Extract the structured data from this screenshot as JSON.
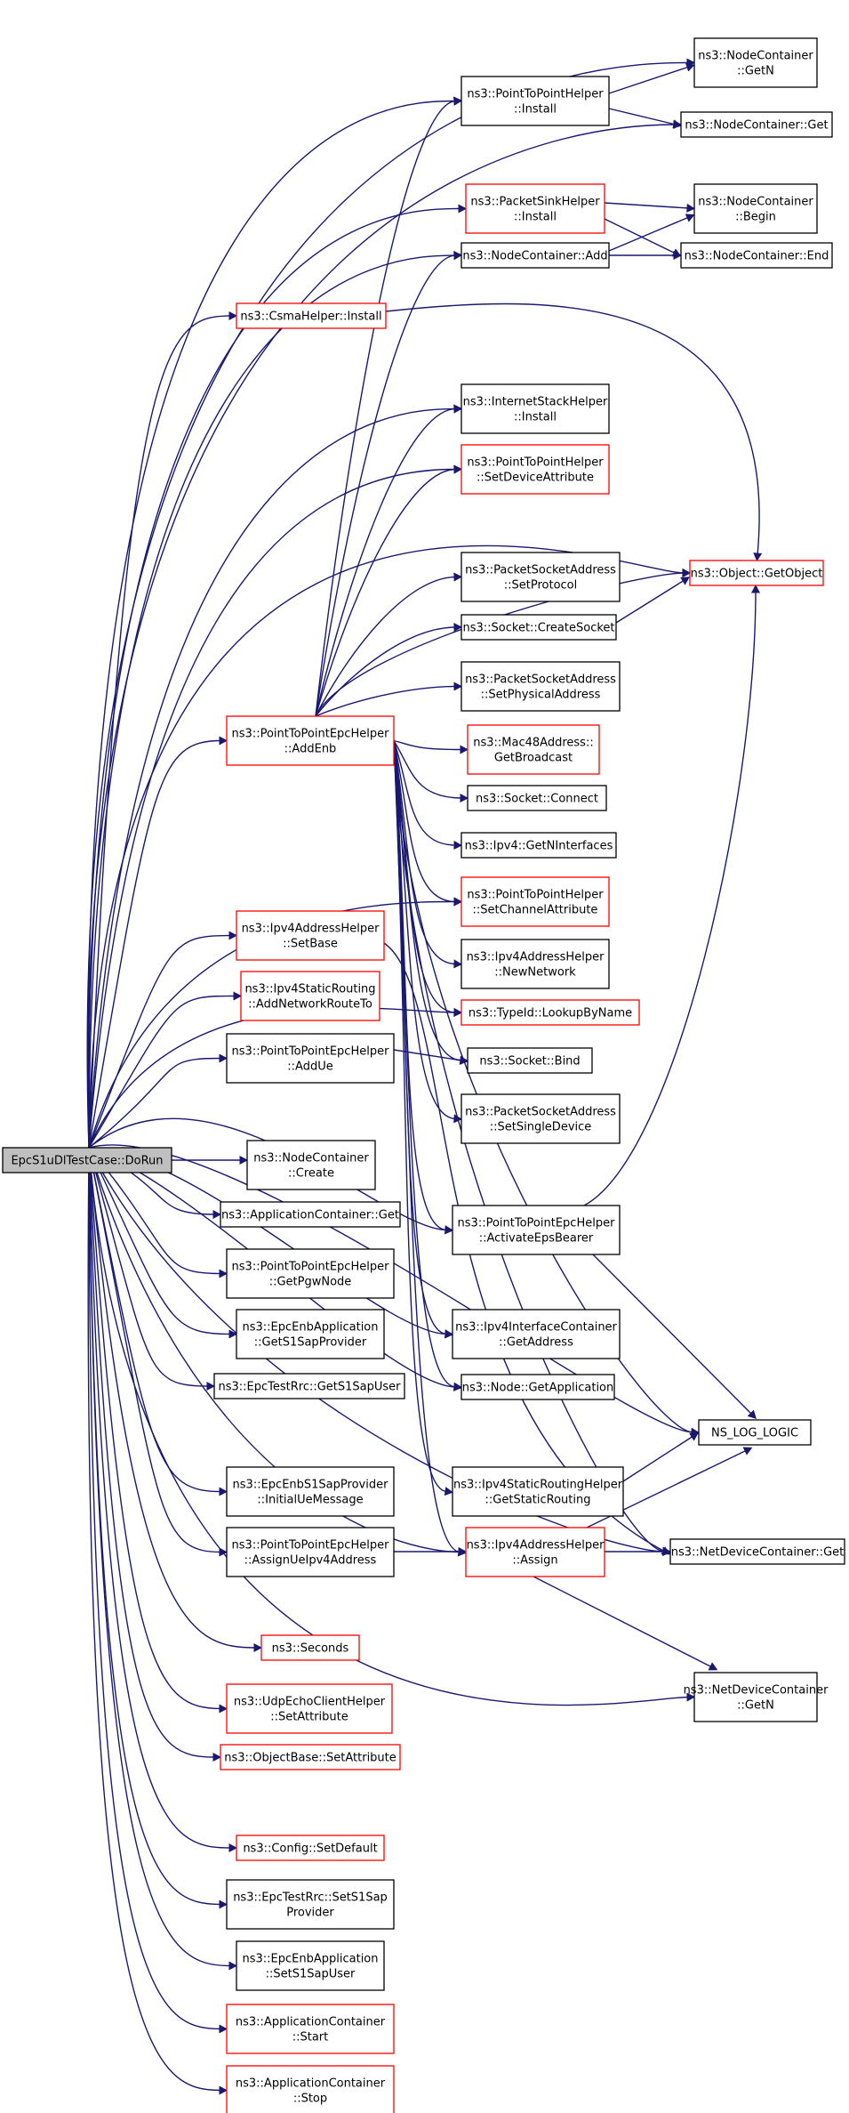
{
  "graph": {
    "colors": {
      "edge": "#191970",
      "border_normal": "#000000",
      "border_red": "#ff0000",
      "root_fill": "#bfbfbf",
      "node_fill": "#ffffff"
    },
    "nodes": [
      {
        "id": "root",
        "lines": [
          "EpcS1uDlTestCase::DoRun"
        ],
        "style": "root"
      },
      {
        "id": "p2p_install",
        "lines": [
          "ns3::PointToPointHelper",
          "::Install"
        ],
        "style": "normal"
      },
      {
        "id": "nc_getn",
        "lines": [
          "ns3::NodeContainer",
          "::GetN"
        ],
        "style": "normal"
      },
      {
        "id": "nc_get",
        "lines": [
          "ns3::NodeContainer::Get"
        ],
        "style": "normal"
      },
      {
        "id": "psh_install",
        "lines": [
          "ns3::PacketSinkHelper",
          "::Install"
        ],
        "style": "red"
      },
      {
        "id": "nc_begin",
        "lines": [
          "ns3::NodeContainer",
          "::Begin"
        ],
        "style": "normal"
      },
      {
        "id": "nc_add",
        "lines": [
          "ns3::NodeContainer::Add"
        ],
        "style": "normal"
      },
      {
        "id": "nc_end",
        "lines": [
          "ns3::NodeContainer::End"
        ],
        "style": "normal"
      },
      {
        "id": "csma_install",
        "lines": [
          "ns3::CsmaHelper::Install"
        ],
        "style": "red"
      },
      {
        "id": "ish_install",
        "lines": [
          "ns3::InternetStackHelper",
          "::Install"
        ],
        "style": "normal"
      },
      {
        "id": "p2p_setdev",
        "lines": [
          "ns3::PointToPointHelper",
          "::SetDeviceAttribute"
        ],
        "style": "red"
      },
      {
        "id": "obj_getobject",
        "lines": [
          "ns3::Object::GetObject"
        ],
        "style": "red"
      },
      {
        "id": "psa_setproto",
        "lines": [
          "ns3::PacketSocketAddress",
          "::SetProtocol"
        ],
        "style": "normal"
      },
      {
        "id": "sock_create",
        "lines": [
          "ns3::Socket::CreateSocket"
        ],
        "style": "normal"
      },
      {
        "id": "psa_setphys",
        "lines": [
          "ns3::PacketSocketAddress",
          "::SetPhysicalAddress"
        ],
        "style": "normal"
      },
      {
        "id": "p2pepc_addenb",
        "lines": [
          "ns3::PointToPointEpcHelper",
          "::AddEnb"
        ],
        "style": "red"
      },
      {
        "id": "mac48_bcast",
        "lines": [
          "ns3::Mac48Address::",
          "GetBroadcast"
        ],
        "style": "red"
      },
      {
        "id": "sock_connect",
        "lines": [
          "ns3::Socket::Connect"
        ],
        "style": "normal"
      },
      {
        "id": "ipv4_getni",
        "lines": [
          "ns3::Ipv4::GetNInterfaces"
        ],
        "style": "normal"
      },
      {
        "id": "p2p_setchan",
        "lines": [
          "ns3::PointToPointHelper",
          "::SetChannelAttribute"
        ],
        "style": "red"
      },
      {
        "id": "ipv4ah_setbase",
        "lines": [
          "ns3::Ipv4AddressHelper",
          "::SetBase"
        ],
        "style": "red"
      },
      {
        "id": "ipv4ah_newnet",
        "lines": [
          "ns3::Ipv4AddressHelper",
          "::NewNetwork"
        ],
        "style": "normal"
      },
      {
        "id": "ipv4sr_addnet",
        "lines": [
          "ns3::Ipv4StaticRouting",
          "::AddNetworkRouteTo"
        ],
        "style": "red"
      },
      {
        "id": "typeid_lookup",
        "lines": [
          "ns3::TypeId::LookupByName"
        ],
        "style": "red"
      },
      {
        "id": "sock_bind",
        "lines": [
          "ns3::Socket::Bind"
        ],
        "style": "normal"
      },
      {
        "id": "p2pepc_addue",
        "lines": [
          "ns3::PointToPointEpcHelper",
          "::AddUe"
        ],
        "style": "normal"
      },
      {
        "id": "psa_setsingle",
        "lines": [
          "ns3::PacketSocketAddress",
          "::SetSingleDevice"
        ],
        "style": "normal"
      },
      {
        "id": "nc_create",
        "lines": [
          "ns3::NodeContainer",
          "::Create"
        ],
        "style": "normal"
      },
      {
        "id": "ac_get",
        "lines": [
          "ns3::ApplicationContainer::Get"
        ],
        "style": "normal"
      },
      {
        "id": "p2pepc_actbearer",
        "lines": [
          "ns3::PointToPointEpcHelper",
          "::ActivateEpsBearer"
        ],
        "style": "normal"
      },
      {
        "id": "p2pepc_getpgw",
        "lines": [
          "ns3::PointToPointEpcHelper",
          "::GetPgwNode"
        ],
        "style": "normal"
      },
      {
        "id": "epcenbapp_getsap",
        "lines": [
          "ns3::EpcEnbApplication",
          "::GetS1SapProvider"
        ],
        "style": "normal"
      },
      {
        "id": "ipv4ic_getaddr",
        "lines": [
          "ns3::Ipv4InterfaceContainer",
          "::GetAddress"
        ],
        "style": "normal"
      },
      {
        "id": "epctestrrc_getuser",
        "lines": [
          "ns3::EpcTestRrc::GetS1SapUser"
        ],
        "style": "normal"
      },
      {
        "id": "node_getapp",
        "lines": [
          "ns3::Node::GetApplication"
        ],
        "style": "normal"
      },
      {
        "id": "ns_log_logic",
        "lines": [
          "NS_LOG_LOGIC"
        ],
        "style": "normal"
      },
      {
        "id": "epcenbs1_initue",
        "lines": [
          "ns3::EpcEnbS1SapProvider",
          "::InitialUeMessage"
        ],
        "style": "normal"
      },
      {
        "id": "ipv4srh_getsr",
        "lines": [
          "ns3::Ipv4StaticRoutingHelper",
          "::GetStaticRouting"
        ],
        "style": "normal"
      },
      {
        "id": "p2pepc_assign",
        "lines": [
          "ns3::PointToPointEpcHelper",
          "::AssignUeIpv4Address"
        ],
        "style": "normal"
      },
      {
        "id": "ipv4ah_assign",
        "lines": [
          "ns3::Ipv4AddressHelper",
          "::Assign"
        ],
        "style": "red"
      },
      {
        "id": "ndc_get",
        "lines": [
          "ns3::NetDeviceContainer::Get"
        ],
        "style": "normal"
      },
      {
        "id": "seconds",
        "lines": [
          "ns3::Seconds"
        ],
        "style": "red"
      },
      {
        "id": "ndc_getn",
        "lines": [
          "ns3::NetDeviceContainer",
          "::GetN"
        ],
        "style": "normal"
      },
      {
        "id": "udpecho_setattr",
        "lines": [
          "ns3::UdpEchoClientHelper",
          "::SetAttribute"
        ],
        "style": "red"
      },
      {
        "id": "objbase_setattr",
        "lines": [
          "ns3::ObjectBase::SetAttribute"
        ],
        "style": "red"
      },
      {
        "id": "config_setdefault",
        "lines": [
          "ns3::Config::SetDefault"
        ],
        "style": "red"
      },
      {
        "id": "epctestrrc_setsap",
        "lines": [
          "ns3::EpcTestRrc::SetS1Sap",
          "Provider"
        ],
        "style": "normal"
      },
      {
        "id": "epcenbapp_setuser",
        "lines": [
          "ns3::EpcEnbApplication",
          "::SetS1SapUser"
        ],
        "style": "normal"
      },
      {
        "id": "ac_start",
        "lines": [
          "ns3::ApplicationContainer",
          "::Start"
        ],
        "style": "red"
      },
      {
        "id": "ac_stop",
        "lines": [
          "ns3::ApplicationContainer",
          "::Stop"
        ],
        "style": "red"
      }
    ]
  }
}
